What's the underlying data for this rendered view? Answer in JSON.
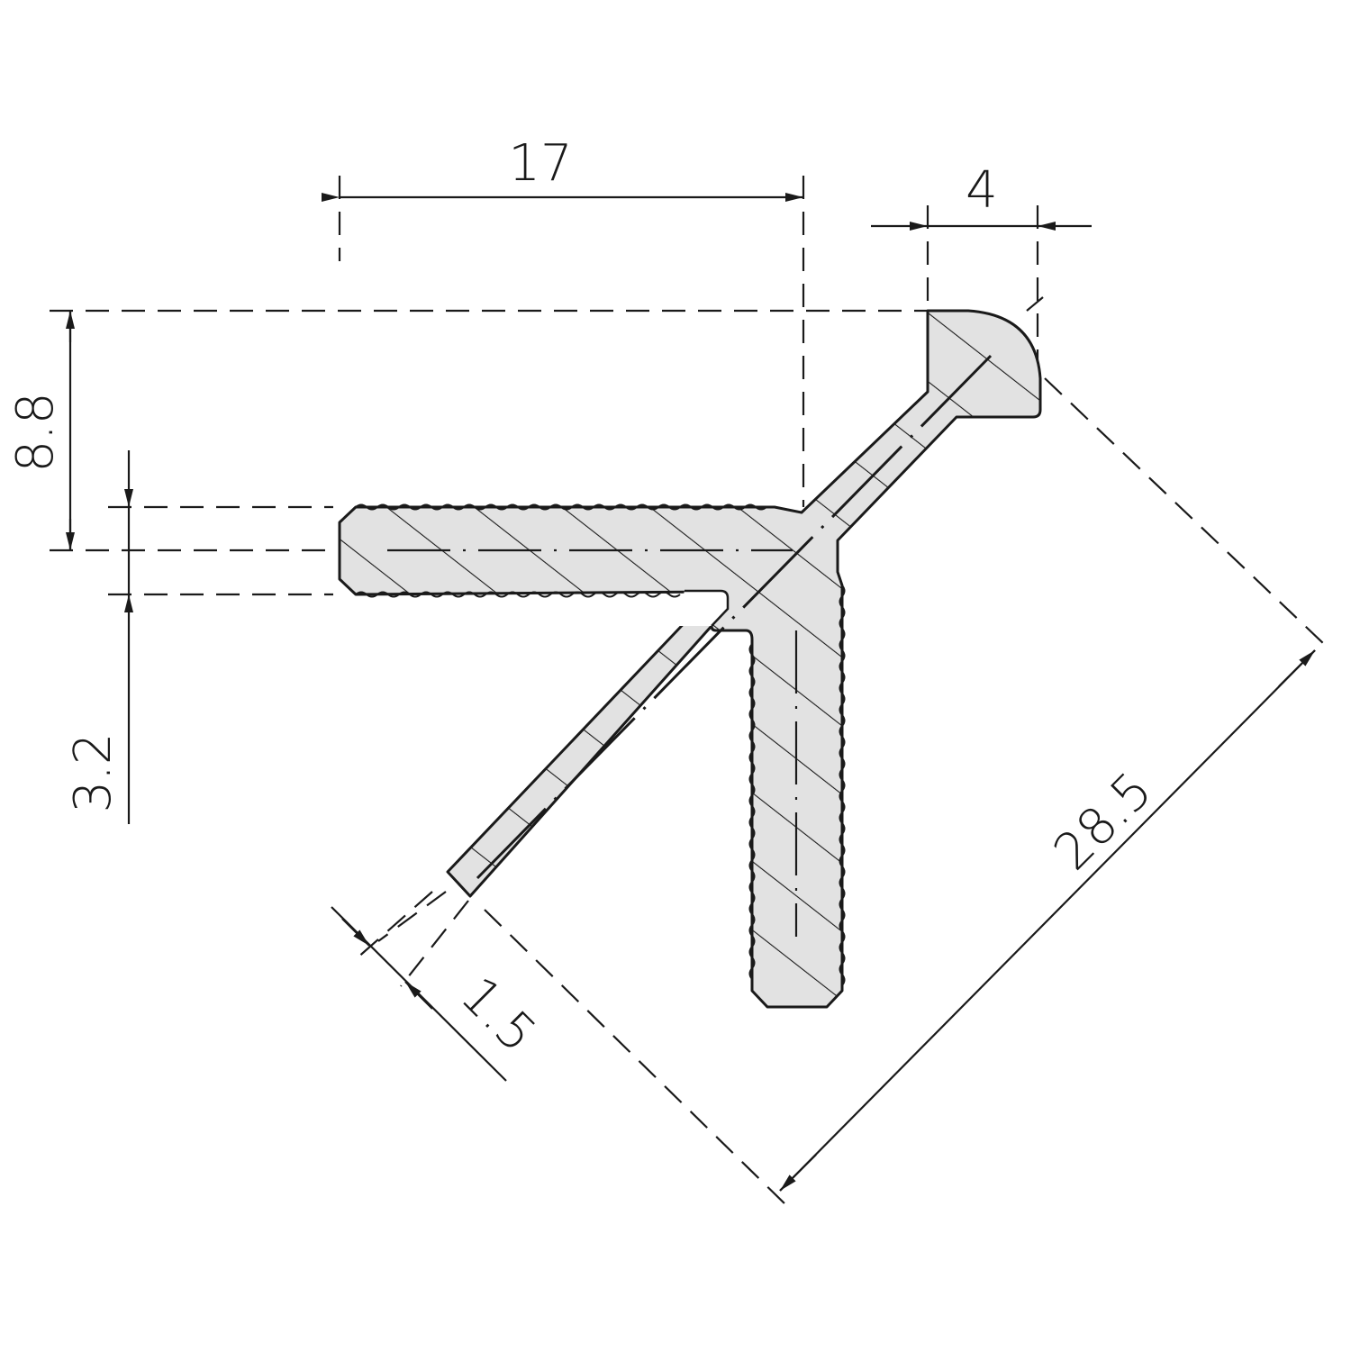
{
  "drawing": {
    "type": "technical-cross-section",
    "subject": "profile with head, diagonal web, horizontal serrated leg and vertical serrated leg",
    "colors": {
      "line": "#1a1a1a",
      "fill": "#e2e2e2",
      "background": "#ffffff"
    }
  },
  "dimensions": {
    "top_width": {
      "label": "17"
    },
    "head_width": {
      "label": "4"
    },
    "vertical_offset": {
      "label": "8.8"
    },
    "leg_thickness": {
      "label": "3.2"
    },
    "diagonal_thickness": {
      "label": "1.5"
    },
    "diagonal_length": {
      "label": "28.5"
    }
  }
}
